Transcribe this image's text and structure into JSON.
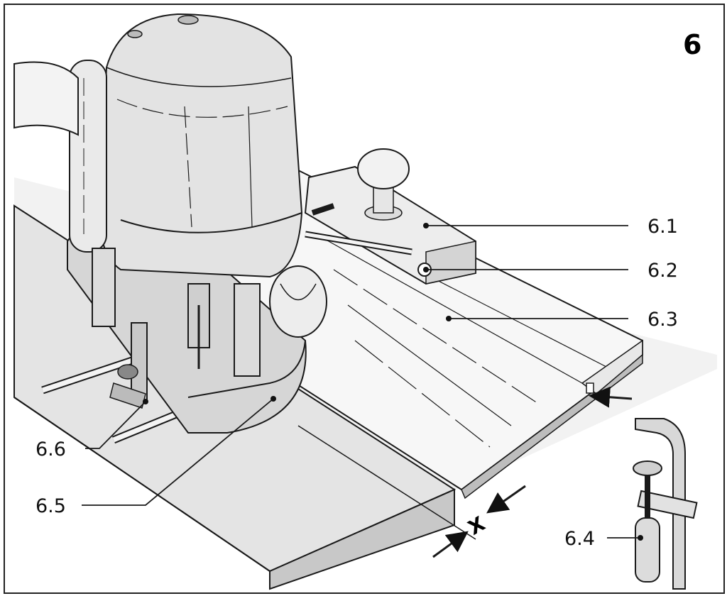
{
  "figure_number": "6",
  "callouts": {
    "c61": "6.1",
    "c62": "6.2",
    "c63": "6.3",
    "c64": "6.4",
    "c65": "6.5",
    "c66": "6.6"
  },
  "dimension_label": "X",
  "colors": {
    "line": "#1a1a1a",
    "shade": "#d9d9d9",
    "light": "#ececec",
    "dark": "#9a9a9a"
  }
}
